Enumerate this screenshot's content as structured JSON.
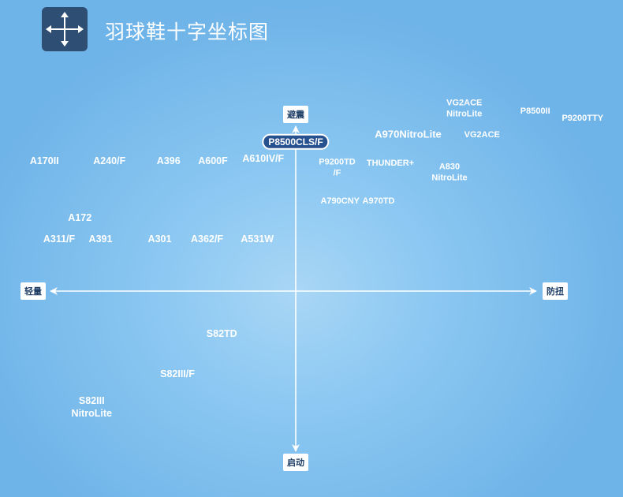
{
  "header": {
    "title": "羽球鞋十字坐标图",
    "icon": "move-arrows-icon"
  },
  "chart_data": {
    "type": "scatter",
    "title": "羽球鞋十字坐标图",
    "axes": {
      "top": "避震",
      "bottom": "启动",
      "left": "轻量",
      "right": "防扭"
    },
    "xlim": [
      -10,
      10
    ],
    "ylim": [
      -10,
      10
    ],
    "grid": false,
    "points": [
      {
        "label": "P8500CLS/F",
        "x": 0.0,
        "y": 6.3,
        "highlight": true
      },
      {
        "label": "VG2ACE\nNitroLite",
        "x": 5.7,
        "y": 7.7,
        "size": "sm"
      },
      {
        "label": "P8500II",
        "x": 8.1,
        "y": 7.6,
        "size": "sm"
      },
      {
        "label": "P9200TTY",
        "x": 9.7,
        "y": 7.3,
        "size": "sm"
      },
      {
        "label": "A970NitroLite",
        "x": 3.8,
        "y": 6.6,
        "size": "bold"
      },
      {
        "label": "VG2ACE",
        "x": 6.3,
        "y": 6.6,
        "size": "sm"
      },
      {
        "label": "A170II",
        "x": -8.5,
        "y": 5.5
      },
      {
        "label": "A240/F",
        "x": -6.3,
        "y": 5.5
      },
      {
        "label": "A396",
        "x": -4.3,
        "y": 5.5
      },
      {
        "label": "A600F",
        "x": -2.8,
        "y": 5.5
      },
      {
        "label": "A610IV/F",
        "x": -1.1,
        "y": 5.6
      },
      {
        "label": "P9200TD\n/F",
        "x": 1.4,
        "y": 5.2,
        "size": "sm"
      },
      {
        "label": "THUNDER+",
        "x": 3.2,
        "y": 5.4,
        "size": "sm"
      },
      {
        "label": "A830\nNitroLite",
        "x": 5.2,
        "y": 5.0,
        "size": "sm"
      },
      {
        "label": "A790CNY",
        "x": 1.5,
        "y": 3.8,
        "size": "sm"
      },
      {
        "label": "A970TD",
        "x": 2.8,
        "y": 3.8,
        "size": "sm"
      },
      {
        "label": "A172",
        "x": -7.3,
        "y": 3.1
      },
      {
        "label": "A311/F",
        "x": -8.0,
        "y": 2.2
      },
      {
        "label": "A391",
        "x": -6.6,
        "y": 2.2
      },
      {
        "label": "A301",
        "x": -4.6,
        "y": 2.2
      },
      {
        "label": "A362/F",
        "x": -3.0,
        "y": 2.2
      },
      {
        "label": "A531W",
        "x": -1.3,
        "y": 2.2
      },
      {
        "label": "S82TD",
        "x": -2.5,
        "y": -1.8
      },
      {
        "label": "S82III/F",
        "x": -4.0,
        "y": -3.5
      },
      {
        "label": "S82III\nNitroLite",
        "x": -6.9,
        "y": -4.9
      }
    ]
  }
}
